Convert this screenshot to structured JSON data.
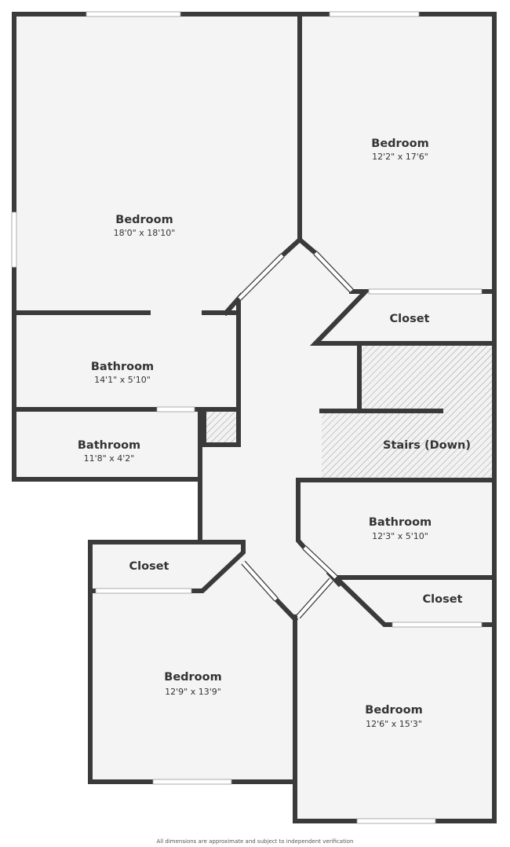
{
  "plan": {
    "rooms": [
      {
        "name": "Bedroom",
        "dims": "18'0\" x 18'10\""
      },
      {
        "name": "Bedroom",
        "dims": "12'2\" x 17'6\""
      },
      {
        "name": "Closet",
        "dims": ""
      },
      {
        "name": "Bathroom",
        "dims": "14'1\" x 5'10\""
      },
      {
        "name": "Bathroom",
        "dims": "11'8\" x 4'2\""
      },
      {
        "name": "Stairs (Down)",
        "dims": ""
      },
      {
        "name": "Bathroom",
        "dims": "12'3\" x 5'10\""
      },
      {
        "name": "Closet",
        "dims": ""
      },
      {
        "name": "Closet",
        "dims": ""
      },
      {
        "name": "Bedroom",
        "dims": "12'9\" x 13'9\""
      },
      {
        "name": "Bedroom",
        "dims": "12'6\" x 15'3\""
      }
    ],
    "colors": {
      "wall": "#3a3a3a",
      "floor": "#f4f4f4",
      "hatch": "#9a9a9a"
    },
    "footer": "All dimensions are approximate and subject to independent verification"
  }
}
